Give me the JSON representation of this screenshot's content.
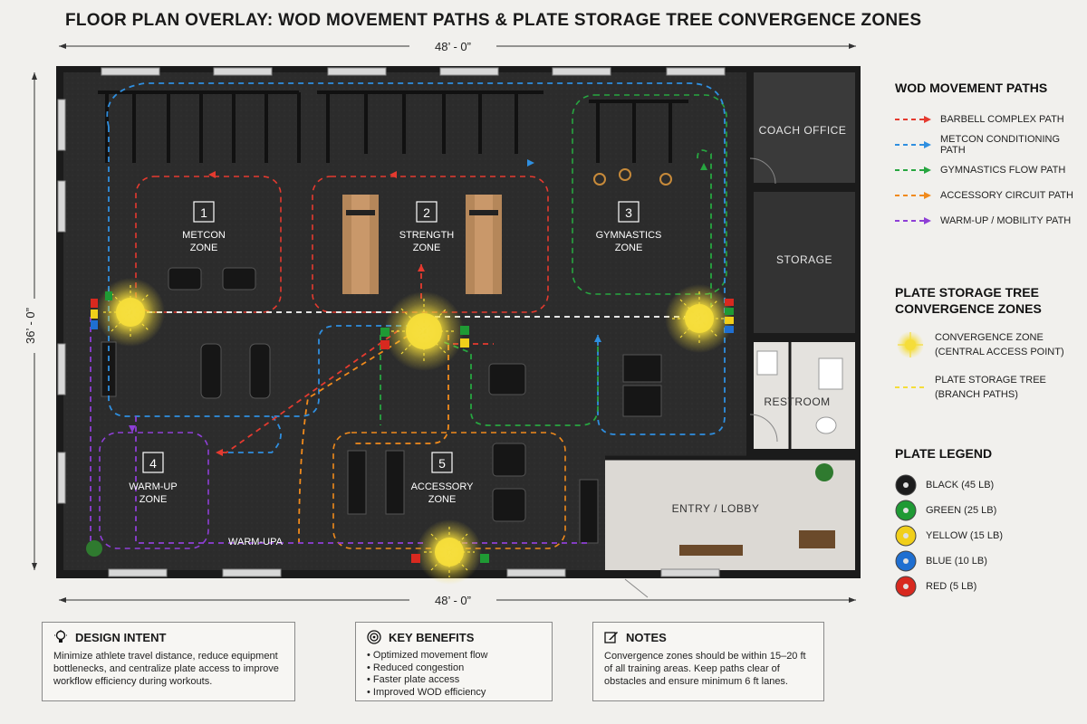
{
  "title": "FLOOR PLAN OVERLAY: WOD MOVEMENT PATHS & PLATE STORAGE TREE CONVERGENCE ZONES",
  "dimensions": {
    "width_top": "48’ - 0”",
    "width_bottom": "48’ - 0”",
    "height": "36’ - 0”"
  },
  "zones": [
    {
      "number": "1",
      "line1": "METCON",
      "line2": "ZONE"
    },
    {
      "number": "2",
      "line1": "STRENGTH",
      "line2": "ZONE"
    },
    {
      "number": "3",
      "line1": "GYMNASTICS",
      "line2": "ZONE"
    },
    {
      "number": "4",
      "line1": "WARM-UP",
      "line2": "ZONE"
    },
    {
      "number": "5",
      "line1": "ACCESSORY",
      "line2": "ZONE"
    }
  ],
  "rooms": {
    "coach_office": "COACH OFFICE",
    "storage": "STORAGE",
    "restroom": "RESTROOM",
    "entry": "ENTRY / LOBBY",
    "floor_label": "WARM-UPA"
  },
  "wod_paths": {
    "heading": "WOD MOVEMENT PATHS",
    "items": [
      {
        "label": "BARBELL COMPLEX PATH",
        "color": "#e53a2f"
      },
      {
        "label": "METCON CONDITIONING PATH",
        "color": "#2f8fe0"
      },
      {
        "label": "GYMNASTICS FLOW PATH",
        "color": "#27a640"
      },
      {
        "label": "ACCESSORY CIRCUIT PATH",
        "color": "#f08a1c"
      },
      {
        "label": "WARM-UP / MOBILITY PATH",
        "color": "#8e3fd6"
      }
    ]
  },
  "convergence": {
    "heading_line1": "PLATE STORAGE TREE",
    "heading_line2": "CONVERGENCE ZONES",
    "zone_line1": "CONVERGENCE ZONE",
    "zone_line2": "(CENTRAL ACCESS POINT)",
    "branch_line1": "PLATE STORAGE TREE",
    "branch_line2": "(BRANCH PATHS)",
    "zone_color": "#f5dd3a"
  },
  "plate_legend": {
    "heading": "PLATE LEGEND",
    "items": [
      {
        "label": "BLACK (45 LB)",
        "color": "#1c1c1c"
      },
      {
        "label": "GREEN (25 LB)",
        "color": "#1f9a34"
      },
      {
        "label": "YELLOW (15 LB)",
        "color": "#f1cf1a"
      },
      {
        "label": "BLUE (10 LB)",
        "color": "#1f6fd1"
      },
      {
        "label": "RED (5 LB)",
        "color": "#d8291f"
      }
    ]
  },
  "boxes": {
    "design": {
      "heading": "DESIGN INTENT",
      "icon": "lightbulb-icon",
      "lines": [
        "Minimize athlete travel distance, reduce equipment",
        "bottlenecks, and centralize plate access to improve",
        "workflow efficiency during workouts."
      ]
    },
    "benefits": {
      "heading": "KEY BENEFITS",
      "icon": "target-icon",
      "items": [
        "Optimized movement flow",
        "Reduced congestion",
        "Faster plate access",
        "Improved WOD efficiency"
      ]
    },
    "notes": {
      "heading": "NOTES",
      "icon": "edit-icon",
      "lines": [
        "Convergence zones should be within 15–20 ft",
        "of all training areas. Keep paths clear of",
        "obstacles and ensure minimum 6 ft lanes."
      ]
    }
  }
}
